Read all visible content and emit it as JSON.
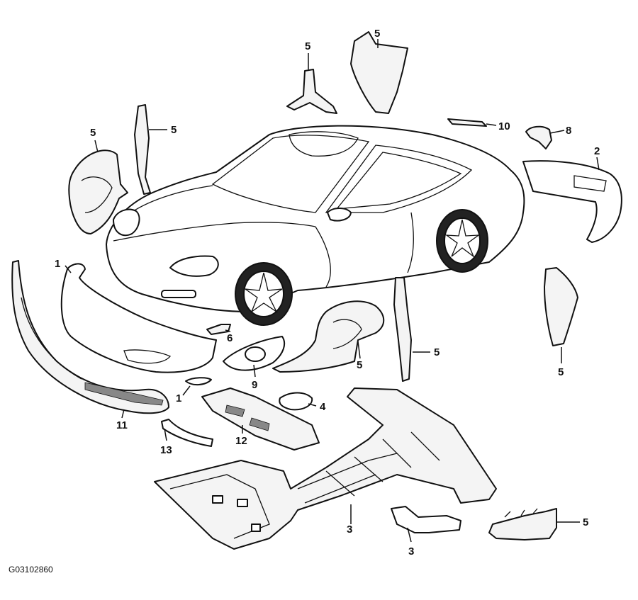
{
  "diagram": {
    "reference_code": "G03102860",
    "callouts": [
      {
        "id": "c1a",
        "label": "1"
      },
      {
        "id": "c1b",
        "label": "1"
      },
      {
        "id": "c2",
        "label": "2"
      },
      {
        "id": "c3a",
        "label": "3"
      },
      {
        "id": "c3b",
        "label": "3"
      },
      {
        "id": "c4",
        "label": "4"
      },
      {
        "id": "c5a",
        "label": "5"
      },
      {
        "id": "c5b",
        "label": "5"
      },
      {
        "id": "c5c",
        "label": "5"
      },
      {
        "id": "c5d",
        "label": "5"
      },
      {
        "id": "c5e",
        "label": "5"
      },
      {
        "id": "c5f",
        "label": "5"
      },
      {
        "id": "c5g",
        "label": "5"
      },
      {
        "id": "c5h",
        "label": "5"
      },
      {
        "id": "c6",
        "label": "6"
      },
      {
        "id": "c8",
        "label": "8"
      },
      {
        "id": "c9",
        "label": "9"
      },
      {
        "id": "c10",
        "label": "10"
      },
      {
        "id": "c11",
        "label": "11"
      },
      {
        "id": "c12",
        "label": "12"
      },
      {
        "id": "c13",
        "label": "13"
      }
    ]
  }
}
